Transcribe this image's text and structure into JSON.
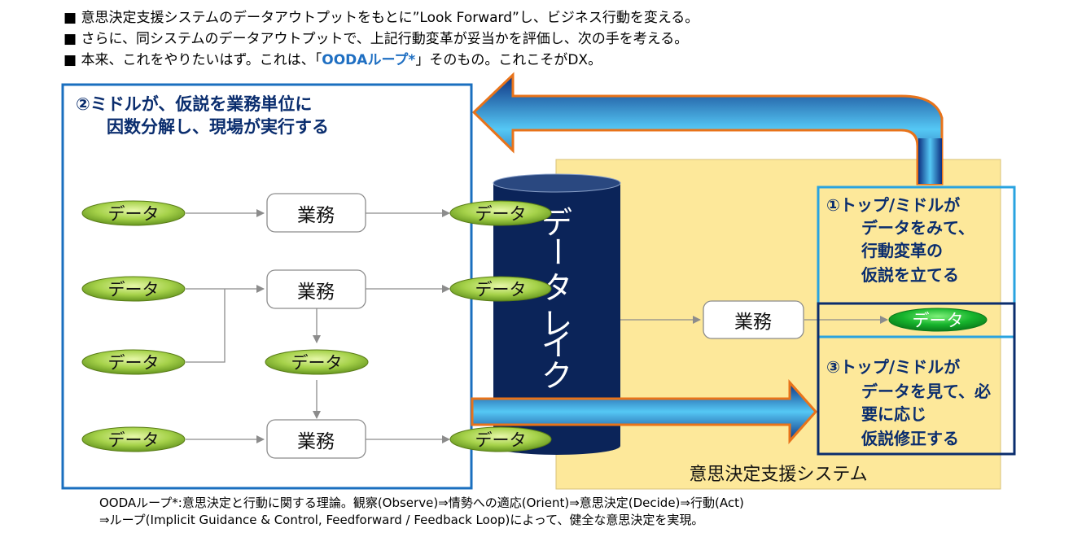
{
  "bullets": [
    {
      "marker": "■",
      "text": "意思決定支援システムのデータアウトプットをもとに”Look Forward”し、ビジネス行動を変える。"
    },
    {
      "marker": "■",
      "text": "さらに、同システムのデータアウトプットで、上記行動変革が妥当かを評価し、次の手を考える。"
    },
    {
      "marker": "■",
      "pre": "本来、これをやりたいはず。これは、「",
      "highlight": "OODAループ*",
      "post": "」そのもの。これこそがDX。"
    }
  ],
  "middle_box": {
    "line1": "②ミドルが、仮説を業務単位に",
    "line2": "因数分解し、現場が実行する"
  },
  "system_label": "意思決定支援システム",
  "data_lake": [
    "デ",
    "ー",
    "タ",
    "レ",
    "イ",
    "ク"
  ],
  "labels": {
    "data": "データ",
    "task": "業務"
  },
  "top_box": [
    "①トップ/ミドルが",
    "データをみて、",
    "行動変革の",
    "仮説を立てる"
  ],
  "bottom_box": [
    "③トップ/ミドルが",
    "データを見て、必",
    "要に応じ",
    "仮説修正する"
  ],
  "footnote": [
    "OODAループ*:意思決定と行動に関する理論。観察(Observe)⇒情勢への適応(Orient)⇒意思決定(Decide)⇒行動(Act)",
    "⇒ループ(Implicit Guidance & Control, Feedforward / Feedback Loop)によって、健全な意思決定を実現。"
  ],
  "colors": {
    "navy": "#0a2d6e",
    "lake": "#0b2459",
    "system_bg": "#fde89a",
    "cyan": "#29a3e0",
    "orange": "#e8731a"
  }
}
